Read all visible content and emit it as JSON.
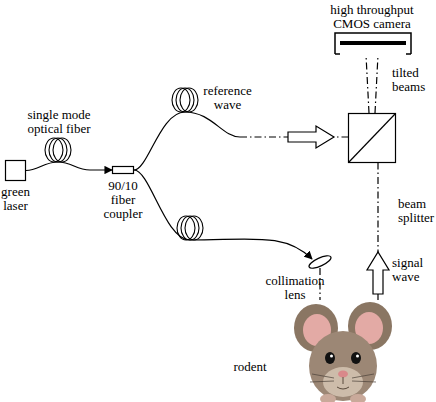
{
  "diagram": {
    "nodes": [
      {
        "text": [
          "high throughput CMOS camera"
        ]
      },
      {
        "text": [
          "beam splitter"
        ]
      },
      {
        "text": [
          "green laser"
        ]
      },
      {
        "text": [
          "90/10 fiber coupler"
        ]
      },
      {
        "text": [
          "collimation lens"
        ]
      },
      {
        "text": [
          "rodent"
        ]
      }
    ],
    "edges": [
      {
        "from": 2,
        "to": 3,
        "arrow": "to"
      },
      {
        "from": 3,
        "to": 1,
        "label": "reference wave",
        "arrow": "to"
      },
      {
        "from": 3,
        "to": 4,
        "arrow": "to"
      },
      {
        "from": 4,
        "to": 5,
        "arrow": "none"
      },
      {
        "from": 5,
        "to": 1,
        "label": "signal wave",
        "arrow": "to"
      },
      {
        "from": 1,
        "to": 0,
        "label": "tilted beams",
        "arrow": "none"
      }
    ],
    "labels": [
      "single mode optical fiber"
    ]
  }
}
